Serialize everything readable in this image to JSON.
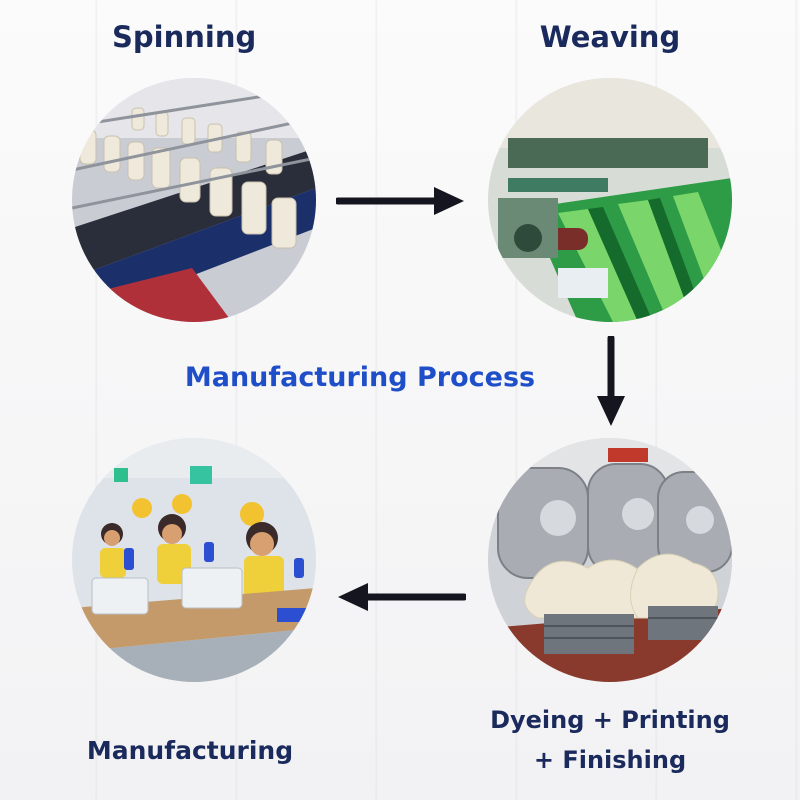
{
  "title": "Manufacturing Process",
  "steps": {
    "spinning": "Spinning",
    "weaving": "Weaving",
    "dyeing_line1": "Dyeing + Printing",
    "dyeing_line2": "+ Finishing",
    "manufacturing": "Manufacturing"
  },
  "colors": {
    "step_label": "#1a2a5c",
    "title": "#1f4fc8",
    "arrow": "#15151f"
  },
  "images": {
    "spinning": "yarn-spinning-machine",
    "weaving": "power-loom-green-fabric",
    "dyeing": "dyeing-machines-fabric-bins",
    "manufacturing": "sewing-workers-factory"
  }
}
